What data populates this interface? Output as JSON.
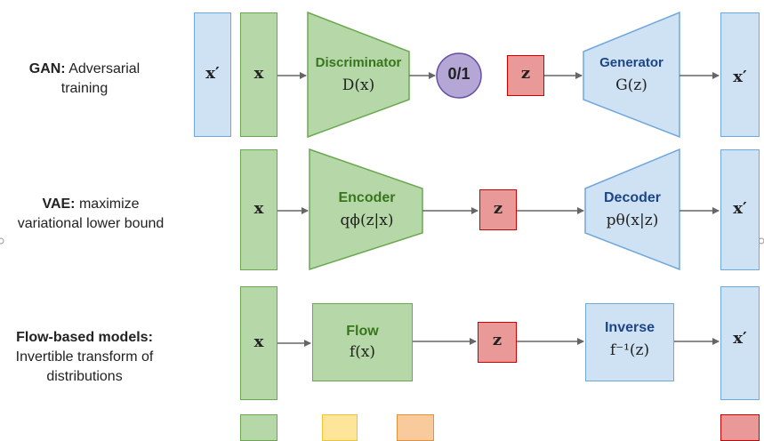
{
  "rows": {
    "gan": {
      "bold": "GAN:",
      "rest": " Adversarial",
      "line2": "training"
    },
    "vae": {
      "bold": "VAE:",
      "rest": " maximize",
      "line2": "variational lower bound"
    },
    "flow": {
      "bold": "Flow-based models:",
      "line2": "Invertible transform of",
      "line3": "distributions"
    }
  },
  "symbols": {
    "x": "x",
    "x_prime": "x′",
    "z": "z",
    "binary": "0/1"
  },
  "blocks": {
    "discriminator": {
      "name": "Discriminator",
      "formula": "D(x)"
    },
    "generator": {
      "name": "Generator",
      "formula": "G(z)"
    },
    "encoder": {
      "name": "Encoder",
      "formula": "qϕ(z|x)"
    },
    "decoder": {
      "name": "Decoder",
      "formula": "pθ(x|z)"
    },
    "flow": {
      "name": "Flow",
      "formula": "f(x)"
    },
    "inverse": {
      "name": "Inverse",
      "formula": "f⁻¹(z)"
    }
  },
  "colors": {
    "blue_fill": "#cfe2f3",
    "blue_stroke": "#6fa8dc",
    "green_fill": "#b6d7a8",
    "green_stroke": "#6aa84f",
    "red_fill": "#ea9999",
    "red_stroke": "#cc0000",
    "purple_fill": "#b4a7d6",
    "purple_stroke": "#674ea7",
    "arrow": "#666666",
    "green_text": "#38761d",
    "blue_text": "#1c4587"
  }
}
